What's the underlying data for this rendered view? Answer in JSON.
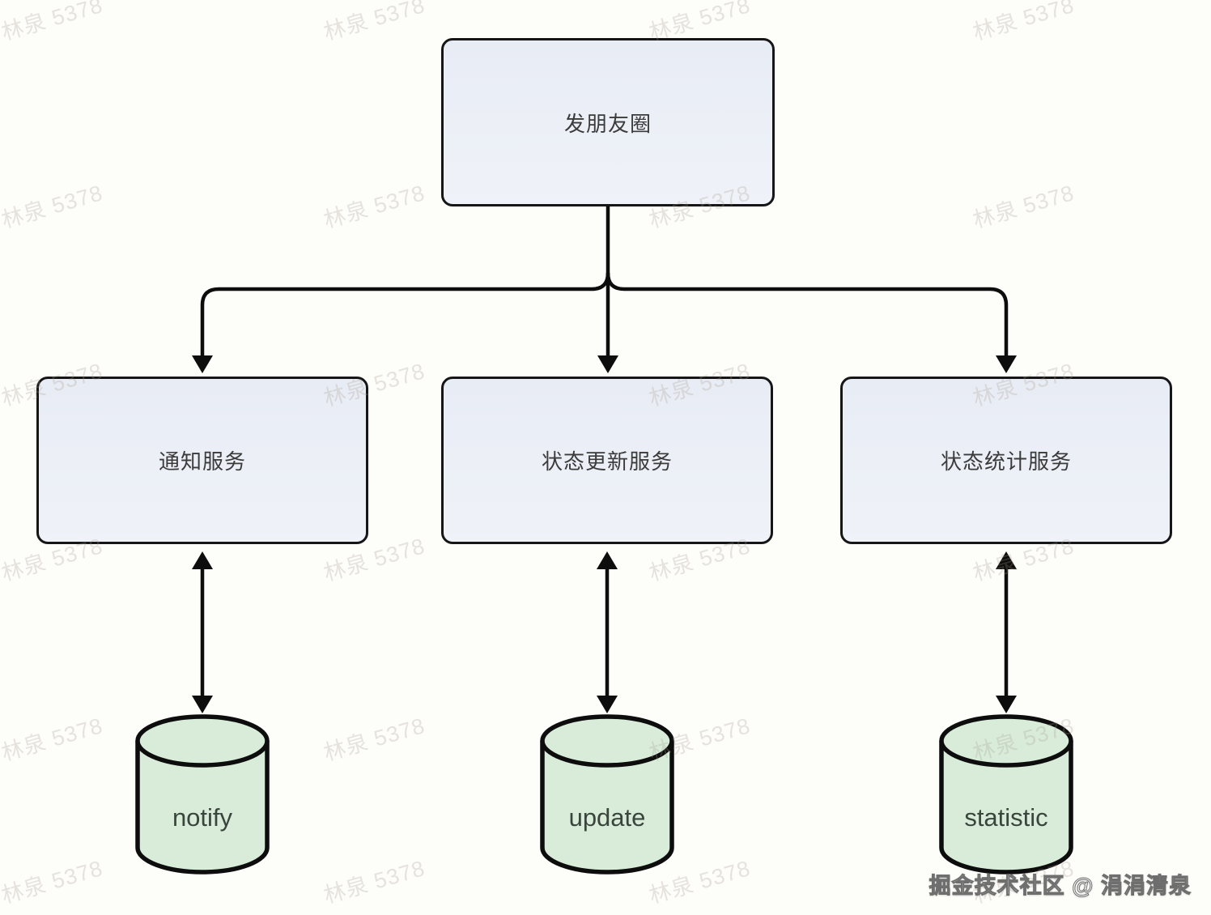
{
  "diagram": {
    "root": {
      "label": "发朋友圈"
    },
    "services": [
      {
        "label": "通知服务"
      },
      {
        "label": "状态更新服务"
      },
      {
        "label": "状态统计服务"
      }
    ],
    "databases": [
      {
        "label": "notify"
      },
      {
        "label": "update"
      },
      {
        "label": "statistic"
      }
    ]
  },
  "watermark": {
    "text": "林泉 5378"
  },
  "credit": {
    "text": "掘金技术社区 @ 涓涓清泉"
  },
  "colors": {
    "background": "#fdfdfa",
    "box_fill_top": "#e8ecf5",
    "box_fill_bottom": "#eff2f8",
    "box_border": "#161616",
    "box_text": "#3b3b3b",
    "cylinder_fill": "#d8ecd9",
    "cylinder_text": "#39453d",
    "arrow": "#0d0d0d",
    "watermark_color": "rgba(166,156,138,0.26)"
  }
}
